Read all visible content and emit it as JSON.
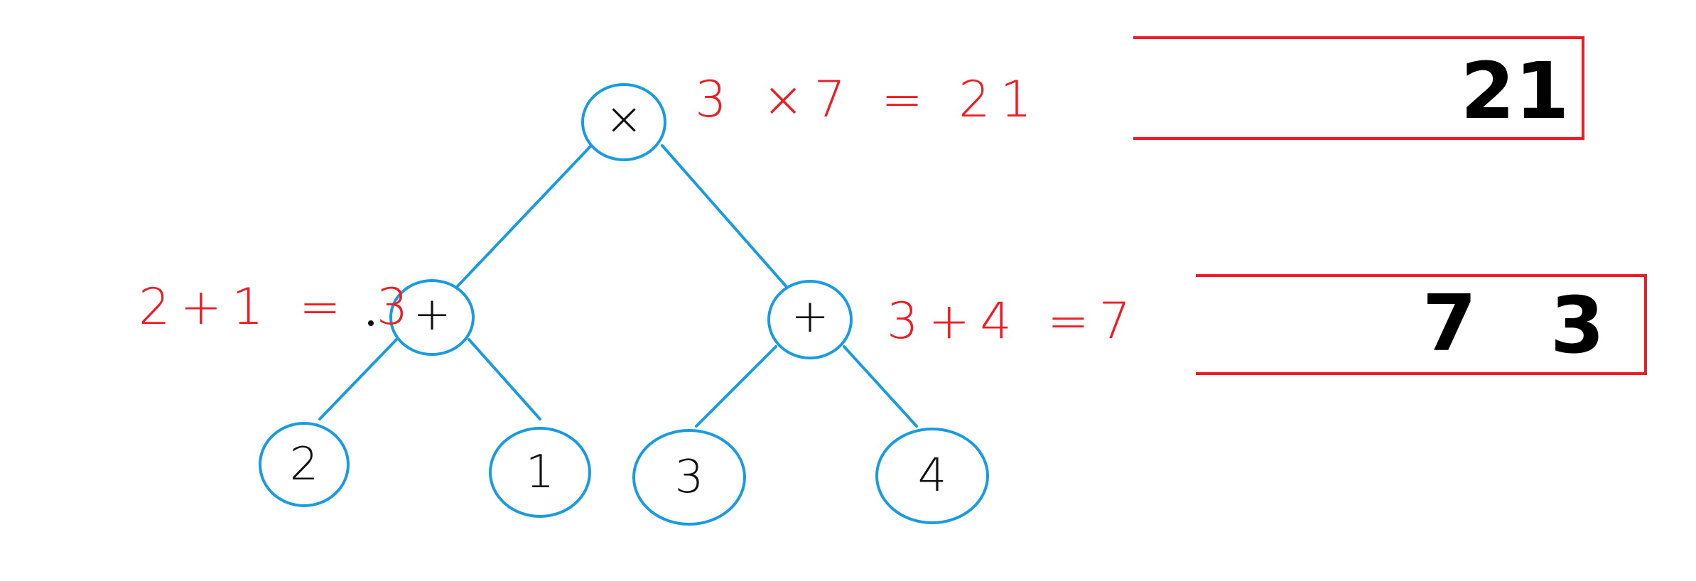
{
  "tree": {
    "root": {
      "label": "×",
      "annotation": "3 ×7 = 21"
    },
    "left": {
      "label": "+",
      "annotation": "2+1 = 3"
    },
    "right": {
      "label": "+",
      "annotation": "3+4 =7"
    },
    "leaves": [
      {
        "label": "2"
      },
      {
        "label": "1"
      },
      {
        "label": "3"
      },
      {
        "label": "4"
      }
    ]
  },
  "stack": {
    "top_box": {
      "values": [
        "21"
      ]
    },
    "bottom_box": {
      "values": [
        "7",
        "3"
      ]
    }
  },
  "colors": {
    "node_stroke": "#1a9be0",
    "annotation": "#ee1c24",
    "box_border": "#ee1c24",
    "text": "#111111"
  }
}
